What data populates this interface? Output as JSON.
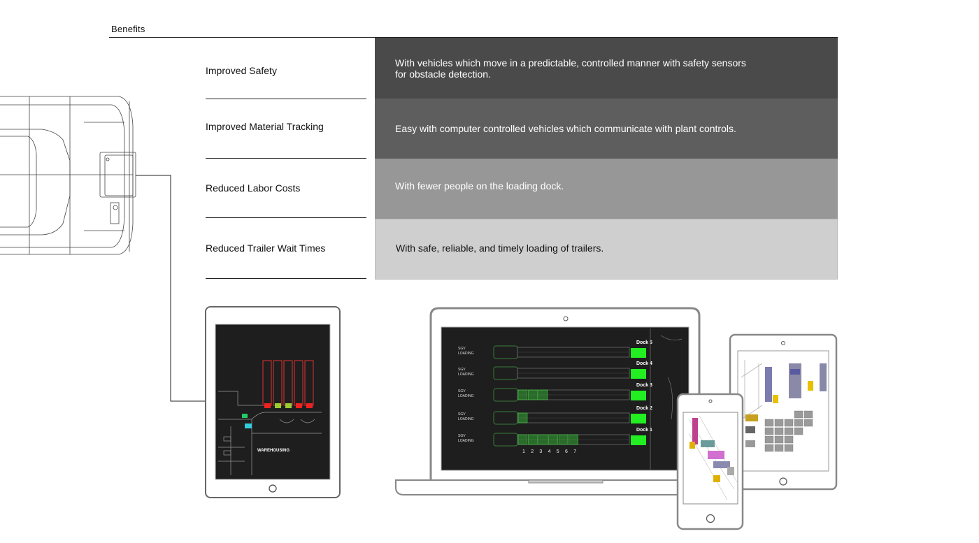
{
  "header": {
    "title": "Benefits"
  },
  "benefits": [
    {
      "label": "Improved Safety",
      "description": "With vehicles which move in a predictable, controlled manner with safety sensors for obstacle detection.",
      "bg": "#4a4a4a"
    },
    {
      "label": "Improved Material Tracking",
      "description": "Easy with computer controlled vehicles which communicate with plant controls.",
      "bg": "#5e5e5e"
    },
    {
      "label": "Reduced Labor Costs",
      "description": "With fewer people on the loading dock.",
      "bg": "#979797"
    },
    {
      "label": "Reduced Trailer Wait Times",
      "description": "With safe, reliable, and timely loading of trailers.",
      "bg": "#cfcfcf"
    }
  ],
  "tablet_screen": {
    "area_label": "WAREHOUSING"
  },
  "laptop_screen": {
    "docks": [
      "Dock 5",
      "Dock 4",
      "Dock 3",
      "Dock 2",
      "Dock 1"
    ],
    "lane_label_top": "SGV",
    "lane_label_bottom": "LOADING",
    "positions": [
      "1",
      "2",
      "3",
      "4",
      "5",
      "6",
      "7"
    ]
  },
  "colors": {
    "dock_green": "#22ee22",
    "device_frame": "#888888",
    "screen_bg": "#1e1e1e"
  }
}
